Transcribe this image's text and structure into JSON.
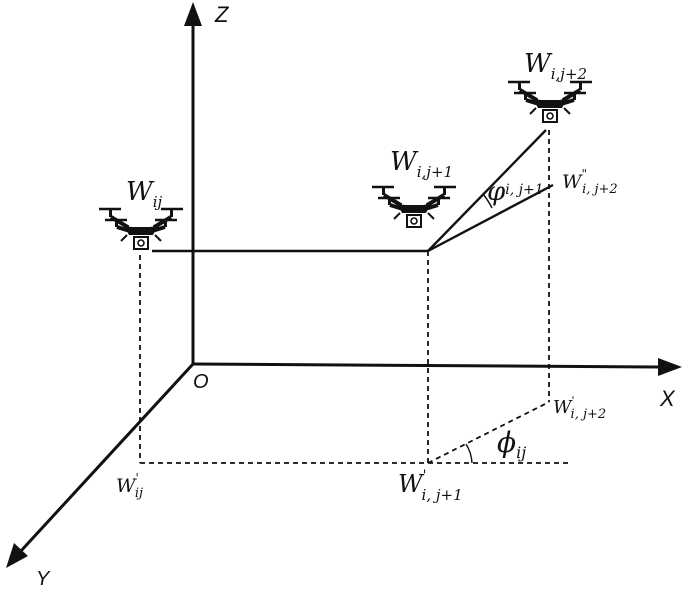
{
  "axes": {
    "z": "Z",
    "x": "X",
    "y": "Y",
    "origin": "O"
  },
  "drones": [
    {
      "main": "W",
      "sub": "ij",
      "sup": ""
    },
    {
      "main": "W",
      "sub": "i,j+1",
      "sup": ""
    },
    {
      "main": "W",
      "sub": "i,j+2",
      "sup": ""
    }
  ],
  "projections": [
    {
      "main": "W",
      "sub": "ij",
      "sup": "'"
    },
    {
      "main": "W",
      "sub": "i, j+1",
      "sup": "'"
    },
    {
      "main": "W",
      "sub": "i, j+2",
      "sup": "'"
    }
  ],
  "auxiliary": {
    "main": "W",
    "sub": "i, j+2",
    "sup": "\""
  },
  "angles": {
    "phi_upper": {
      "symbol": "φ",
      "sub": "i, j+1"
    },
    "phi_lower": {
      "symbol": "ϕ",
      "sub": "ij"
    }
  },
  "icon": "quadcopter-drone-icon"
}
